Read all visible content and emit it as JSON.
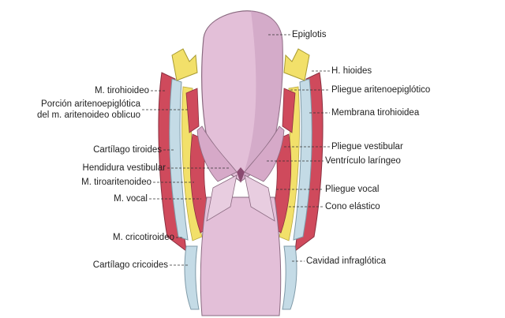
{
  "labels": {
    "epiglotis": "Epiglotis",
    "h_hioides": "H. hioides",
    "pliegue_aritenoepiglotico": "Pliegue aritenoepiglótico",
    "membrana_tirohioidea": "Membrana tirohioidea",
    "pliegue_vestibular": "Pliegue vestibular",
    "ventriculo_laringeo": "Ventrículo laríngeo",
    "pliegue_vocal": "Pliegue vocal",
    "cono_elastico": "Cono elástico",
    "cavidad_infraglotica": "Cavidad infraglótica",
    "m_tirohioideo": "M. tirohioideo",
    "porcion_line1": "Porción aritenoepiglótica",
    "porcion_line2": "del m. aritenoideo oblicuo",
    "cartilago_tiroides": "Cartílago tiroides",
    "hendidura_vestibular": "Hendidura vestibular",
    "m_tiroaritenoideo": "M. tiroaritenoideo",
    "m_vocal": "M. vocal",
    "m_cricotiroideo": "M. cricotiroideo",
    "cartilago_cricoides": "Cartílago cricoides"
  },
  "colors": {
    "mucosa": "#e3bfd8",
    "mucosa_dark": "#c99bbd",
    "muscle": "#cf4a5c",
    "cartilage": "#c4dbe6",
    "fat": "#f2e06a",
    "outline": "#8a6a80",
    "leader": "#333333"
  }
}
